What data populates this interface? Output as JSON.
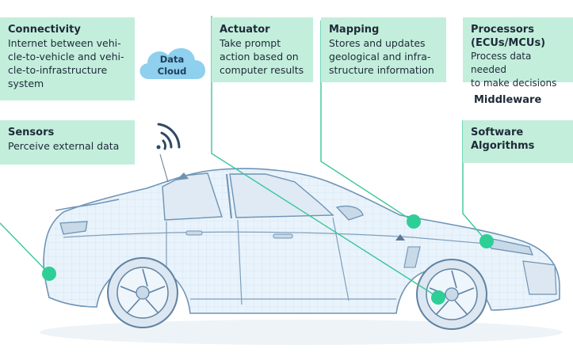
{
  "connectivity": {
    "title": "Connectivity",
    "text": "Internet between vehi-\ncle-to-vehicle and vehi-\ncle-to-infrastructure\nsystem"
  },
  "cloud": {
    "line1": "Data",
    "line2": "Cloud"
  },
  "actuator": {
    "title": "Actuator",
    "text": "Take prompt\naction based on\ncomputer results"
  },
  "mapping": {
    "title": "Mapping",
    "text": "Stores and updates\ngeological and infra-\nstructure information"
  },
  "processors": {
    "title": "Processors\n(ECUs/MCUs)",
    "text": "Process data needed\nto make decisions"
  },
  "middleware": {
    "label": "Middleware"
  },
  "software": {
    "title": "Software\nAlgorithms"
  },
  "sensors": {
    "title": "Sensors",
    "text": "Perceive external data"
  },
  "colors": {
    "box_fill": "#c3eedc",
    "accent": "#2ecf96",
    "leader": "#3ac79a",
    "cloud": "#8ed0ee",
    "wire": "#8fb4d2",
    "car_body": "#e9f3fb"
  }
}
